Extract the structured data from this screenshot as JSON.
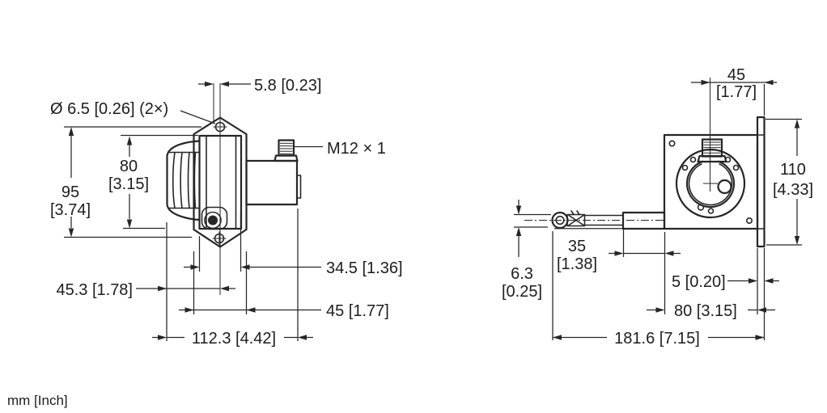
{
  "units_note": "mm [Inch]",
  "front_view": {
    "hole_diameter": "Ø 6.5 [0.26] (2×)",
    "cable_offset": "5.8 [0.23]",
    "connector_thread": "M12 × 1",
    "body_height_mm": "80",
    "body_height_inch": "[3.15]",
    "hole_spacing_mm": "95",
    "hole_spacing_inch": "[3.74]",
    "body_depth": "34.5 [1.36]",
    "drum_to_axis": "45.3 [1.78]",
    "bracket_width": "45 [1.77]",
    "overall_depth": "112.3 [4.42]"
  },
  "side_view": {
    "axis_to_edge_mm": "45",
    "axis_to_edge_inch": "[1.77]",
    "bar_height_mm": "110",
    "bar_height_inch": "[4.33]",
    "rope_stub_mm": "35",
    "rope_stub_inch": "[1.38]",
    "rope_diameter_mm": "6.3",
    "rope_diameter_inch": "[0.25]",
    "bar_thickness": "5 [0.20]",
    "plate_width": "80 [3.15]",
    "overall_length": "181.6 [7.15]"
  }
}
